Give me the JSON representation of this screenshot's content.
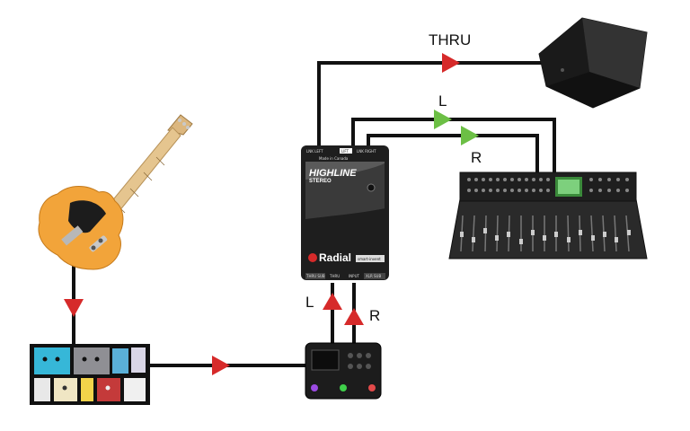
{
  "labels": {
    "thru": "THRU",
    "left_top": "L",
    "right_top": "R",
    "left_bottom": "L",
    "right_bottom": "R"
  },
  "di_box": {
    "made_in": "Made in Canada",
    "out_left": "LNK LEFT",
    "lift": "LIFT",
    "out_right": "LNK RIGHT",
    "name_line1": "HIGHLINE",
    "name_line2": "STEREO",
    "brand": "Radial",
    "badge": "smart-invent",
    "thru_sub": "THRU SUB",
    "thru": "THRU",
    "input": "INPUT",
    "xlr_sub": "XLR SUB"
  },
  "colors": {
    "cable": "#111111",
    "arrow_red": "#d62a2a",
    "arrow_green": "#6cbf45"
  },
  "icons": [
    "guitar-icon",
    "pedalboard-icon",
    "multi-effects-icon",
    "di-box-icon",
    "mixer-icon",
    "speaker-icon"
  ]
}
